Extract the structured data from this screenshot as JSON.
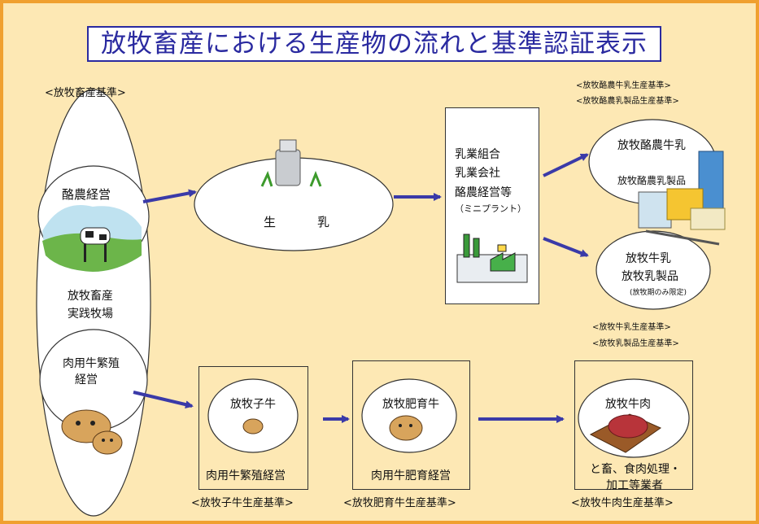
{
  "title": "放牧畜産における生産物の流れと基準認証表示",
  "standards": {
    "grazing_livestock": "<放牧畜産基準>",
    "dairy_milk": "<放牧酪農牛乳生産基準>",
    "dairy_products": "<放牧酪農乳製品生産基準>",
    "grazing_milk": "<放牧牛乳生産基準>",
    "grazing_dairy_products": "<放牧乳製品生産基準>",
    "calf": "<放牧子牛生産基準>",
    "fattening": "<放牧肥育牛生産基準>",
    "beef": "<放牧牛肉生産基準>"
  },
  "farm": {
    "dairy": "酪農経営",
    "practice_line1": "放牧畜産",
    "practice_line2": "実践牧場",
    "beef_breeding_line1": "肉用牛繁殖",
    "beef_breeding_line2": "経営"
  },
  "raw_milk": {
    "char1": "生",
    "char2": "乳"
  },
  "processors": {
    "line1": "乳業組合",
    "line2": "乳業会社",
    "line3": "酪農経営等",
    "line4": "（ミニプラント）"
  },
  "products": {
    "dairy_milk": "放牧酪農牛乳",
    "dairy_products": "放牧酪農乳製品",
    "grazing_milk": "放牧牛乳",
    "grazing_dairy_products": "放牧乳製品",
    "season_note": "(放牧期のみ限定)"
  },
  "beef_chain": {
    "calf": "放牧子牛",
    "calf_operator": "肉用牛繁殖経営",
    "fattening": "放牧肥育牛",
    "fattening_operator": "肉用牛肥育経営",
    "beef": "放牧牛肉",
    "processor_line1": "と畜、食肉処理・",
    "processor_line2": "加工等業者"
  },
  "colors": {
    "background": "#fde8b4",
    "frame": "#f0a030",
    "title": "#2a2aa0",
    "arrow": "#3a3aa8"
  }
}
